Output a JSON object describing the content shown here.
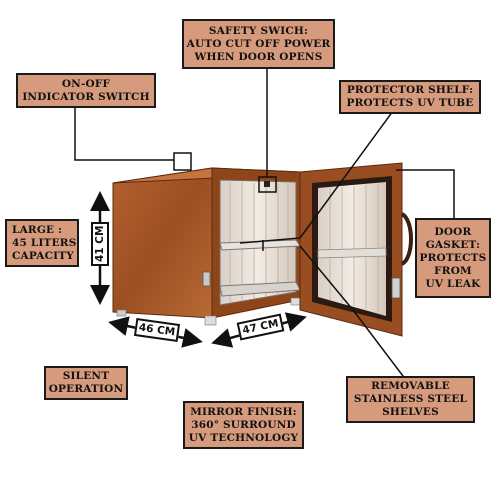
{
  "labels": {
    "safety_switch": [
      "SAFETY SWICH:",
      "AUTO CUT OFF POWER",
      "WHEN DOOR OPENS"
    ],
    "on_off": [
      "ON-OFF",
      "INDICATOR SWITCH"
    ],
    "protector_shelf": [
      "PROTECTOR SHELF:",
      "PROTECTS UV TUBE"
    ],
    "large_capacity": [
      "LARGE :",
      "45 LITERS",
      "CAPACITY"
    ],
    "door_gasket": [
      "DOOR",
      "GASKET:",
      "PROTECTS",
      "FROM",
      "UV LEAK"
    ],
    "silent": [
      "SILENT",
      "OPERATION"
    ],
    "removable_shelves": [
      "REMOVABLE",
      "STAINLESS STEEL",
      "SHELVES"
    ],
    "mirror_finish": [
      "MIRROR FINISH:",
      "360° SURROUND",
      "UV TECHNOLOGY"
    ]
  },
  "dimensions": {
    "height": "41 CM",
    "width": "46 CM",
    "depth": "47 CM"
  },
  "colors": {
    "label_bg": "#d69a7d",
    "cabinet_wood": "#a9582a",
    "outline": "#1a1a1a"
  }
}
